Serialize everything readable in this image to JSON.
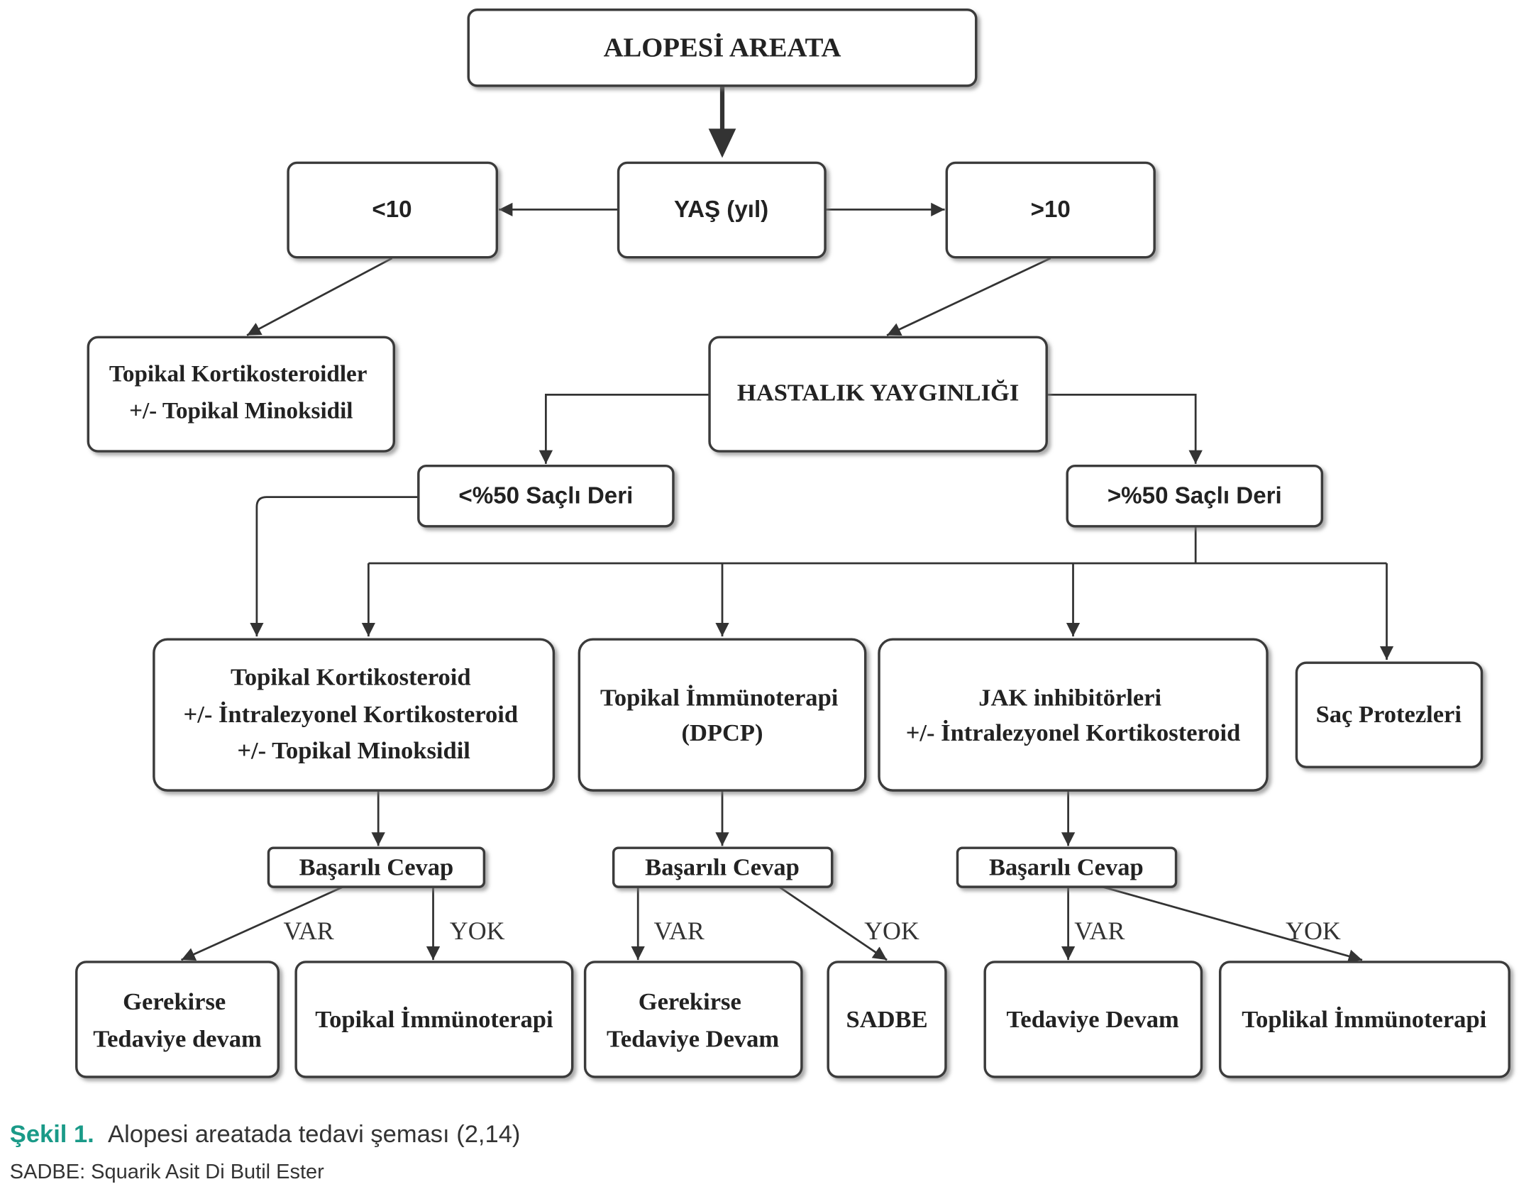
{
  "diagram": {
    "nodes": {
      "root": {
        "label": "ALOPESİ AREATA"
      },
      "age": {
        "label": "YAŞ (yıl)"
      },
      "age_under10": {
        "label": "<10"
      },
      "age_over10": {
        "label": ">10"
      },
      "under10_treatment": {
        "lines": [
          "Topikal Kortikosteroidler",
          "+/- Topikal Minoksidil"
        ]
      },
      "extent": {
        "label": "HASTALIK YAYGINLIĞI"
      },
      "extent_under50": {
        "label": "<%50 Saçlı Deri"
      },
      "extent_over50": {
        "label": ">%50 Saçlı Deri"
      },
      "tx_topical_cs": {
        "lines": [
          "Topikal Kortikosteroid",
          "+/- İntralezyonel Kortikosteroid",
          "+/- Topikal Minoksidil"
        ]
      },
      "tx_immunotherapy": {
        "lines": [
          "Topikal İmmünoterapi",
          "(DPCP)"
        ]
      },
      "tx_jak": {
        "lines": [
          "JAK inhibitörleri",
          "+/- İntralezyonel Kortikosteroid"
        ]
      },
      "tx_prosthesis": {
        "label": "Saç Protezleri"
      },
      "response_1": {
        "label": "Başarılı Cevap",
        "yes": "VAR",
        "no": "YOK"
      },
      "response_2": {
        "label": "Başarılı Cevap",
        "yes": "VAR",
        "no": "YOK"
      },
      "response_3": {
        "label": "Başarılı Cevap",
        "yes": "VAR",
        "no": "YOK"
      },
      "outcome_1_yes": {
        "lines": [
          "Gerekirse",
          "Tedaviye devam"
        ]
      },
      "outcome_1_no": {
        "label": "Topikal İmmünoterapi"
      },
      "outcome_2_yes": {
        "lines": [
          "Gerekirse",
          "Tedaviye Devam"
        ]
      },
      "outcome_2_no": {
        "label": "SADBE"
      },
      "outcome_3_yes": {
        "label": "Tedaviye Devam"
      },
      "outcome_3_no": {
        "label": "Toplikal İmmünoterapi"
      }
    }
  },
  "caption": {
    "figure_label": "Şekil 1.",
    "text": "Alopesi areatada tedavi şeması (2,14)",
    "abbreviation_note": "SADBE: Squarik Asit Di Butil Ester"
  },
  "colors": {
    "caption_accent": "#1a9a88",
    "text": "#222222",
    "line": "#333333"
  }
}
